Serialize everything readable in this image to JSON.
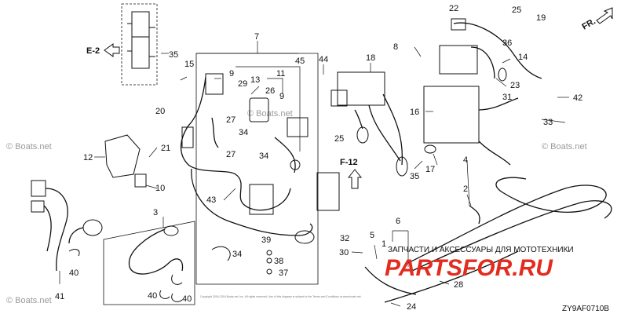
{
  "watermarks": [
    "© Boats.net",
    "© Boats.net",
    "© Boats.net",
    "© Boats.net"
  ],
  "refs": {
    "e2": "E-2",
    "f12": "F-12",
    "fr": "FR."
  },
  "diagram_code": "ZY9AF0710B",
  "overlay": {
    "ru_caption": "ЗАПЧАСТИ И АКСЕССУАРЫ ДЛЯ МОТОТЕХНИКИ",
    "brand": "PARTSFOR.RU"
  },
  "copyright": "Copyright 2004-2016 Boats.net, Inc. All rights reserved. Use of this diagram is subject to the Terms and Conditions at www.boats.net",
  "callouts": [
    "22",
    "25",
    "19",
    "36",
    "14",
    "8",
    "18",
    "7",
    "44",
    "45",
    "35",
    "15",
    "9",
    "29",
    "13",
    "11",
    "26",
    "23",
    "31",
    "42",
    "16",
    "33",
    "20",
    "28",
    "27",
    "24",
    "21",
    "12",
    "10",
    "34",
    "17",
    "4",
    "2",
    "43",
    "3",
    "39",
    "38",
    "37",
    "32",
    "5",
    "1",
    "6",
    "30",
    "40",
    "41"
  ]
}
